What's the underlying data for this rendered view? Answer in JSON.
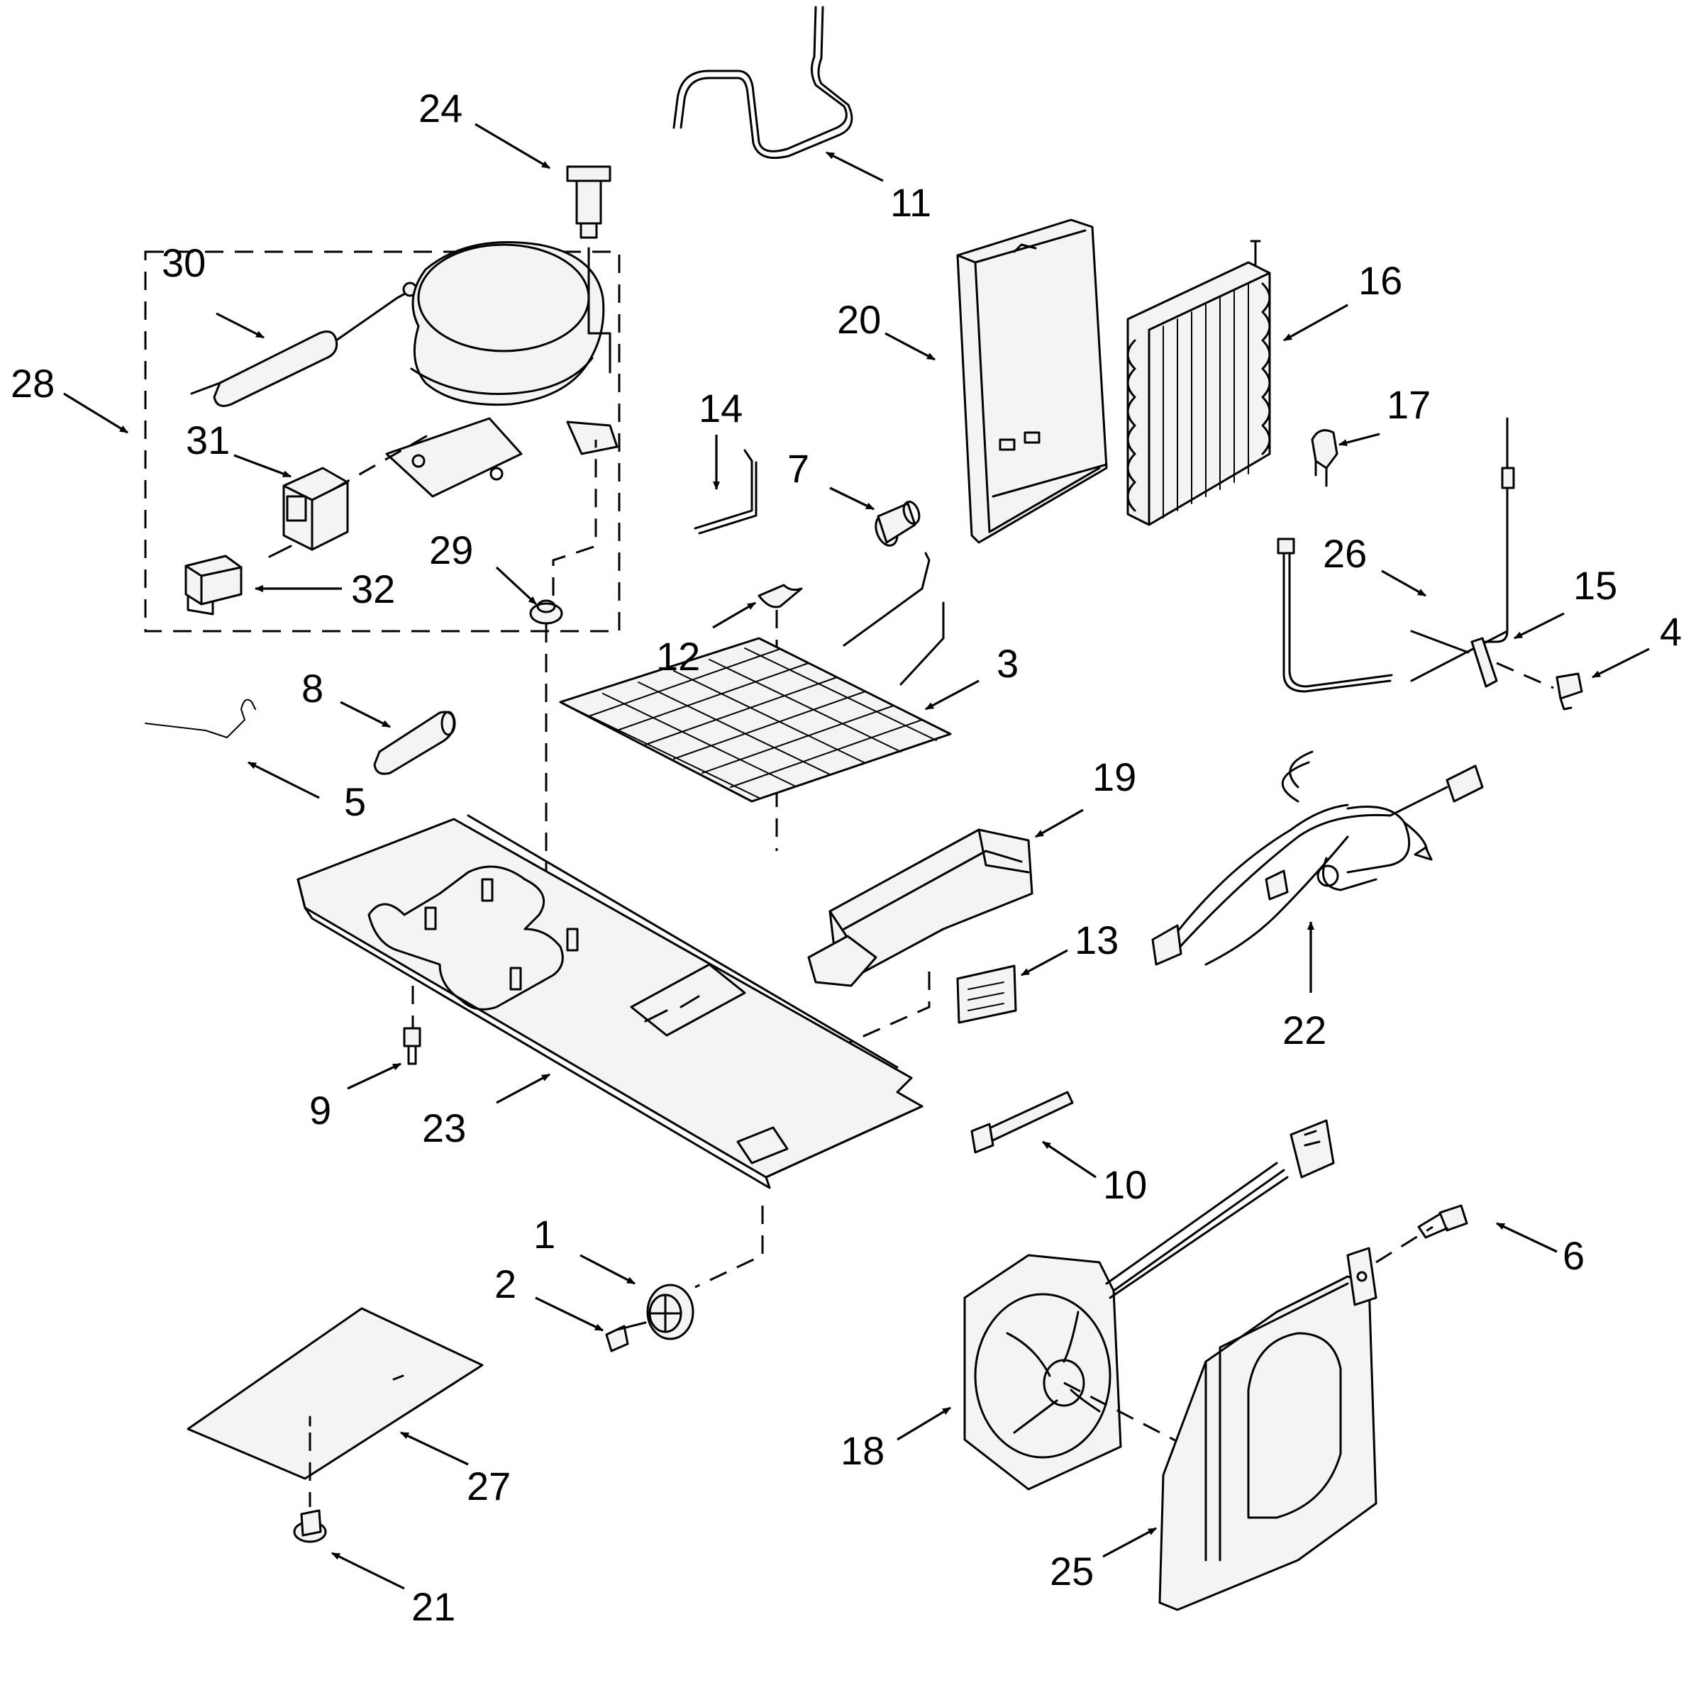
{
  "callouts": [
    {
      "label": "24"
    },
    {
      "label": "11"
    },
    {
      "label": "30"
    },
    {
      "label": "28"
    },
    {
      "label": "31"
    },
    {
      "label": "29"
    },
    {
      "label": "32"
    },
    {
      "label": "20"
    },
    {
      "label": "16"
    },
    {
      "label": "14"
    },
    {
      "label": "7"
    },
    {
      "label": "17"
    },
    {
      "label": "26"
    },
    {
      "label": "15"
    },
    {
      "label": "4"
    },
    {
      "label": "12"
    },
    {
      "label": "3"
    },
    {
      "label": "8"
    },
    {
      "label": "5"
    },
    {
      "label": "19"
    },
    {
      "label": "13"
    },
    {
      "label": "22"
    },
    {
      "label": "9"
    },
    {
      "label": "23"
    },
    {
      "label": "10"
    },
    {
      "label": "1"
    },
    {
      "label": "2"
    },
    {
      "label": "6"
    },
    {
      "label": "18"
    },
    {
      "label": "27"
    },
    {
      "label": "25"
    },
    {
      "label": "21"
    }
  ]
}
